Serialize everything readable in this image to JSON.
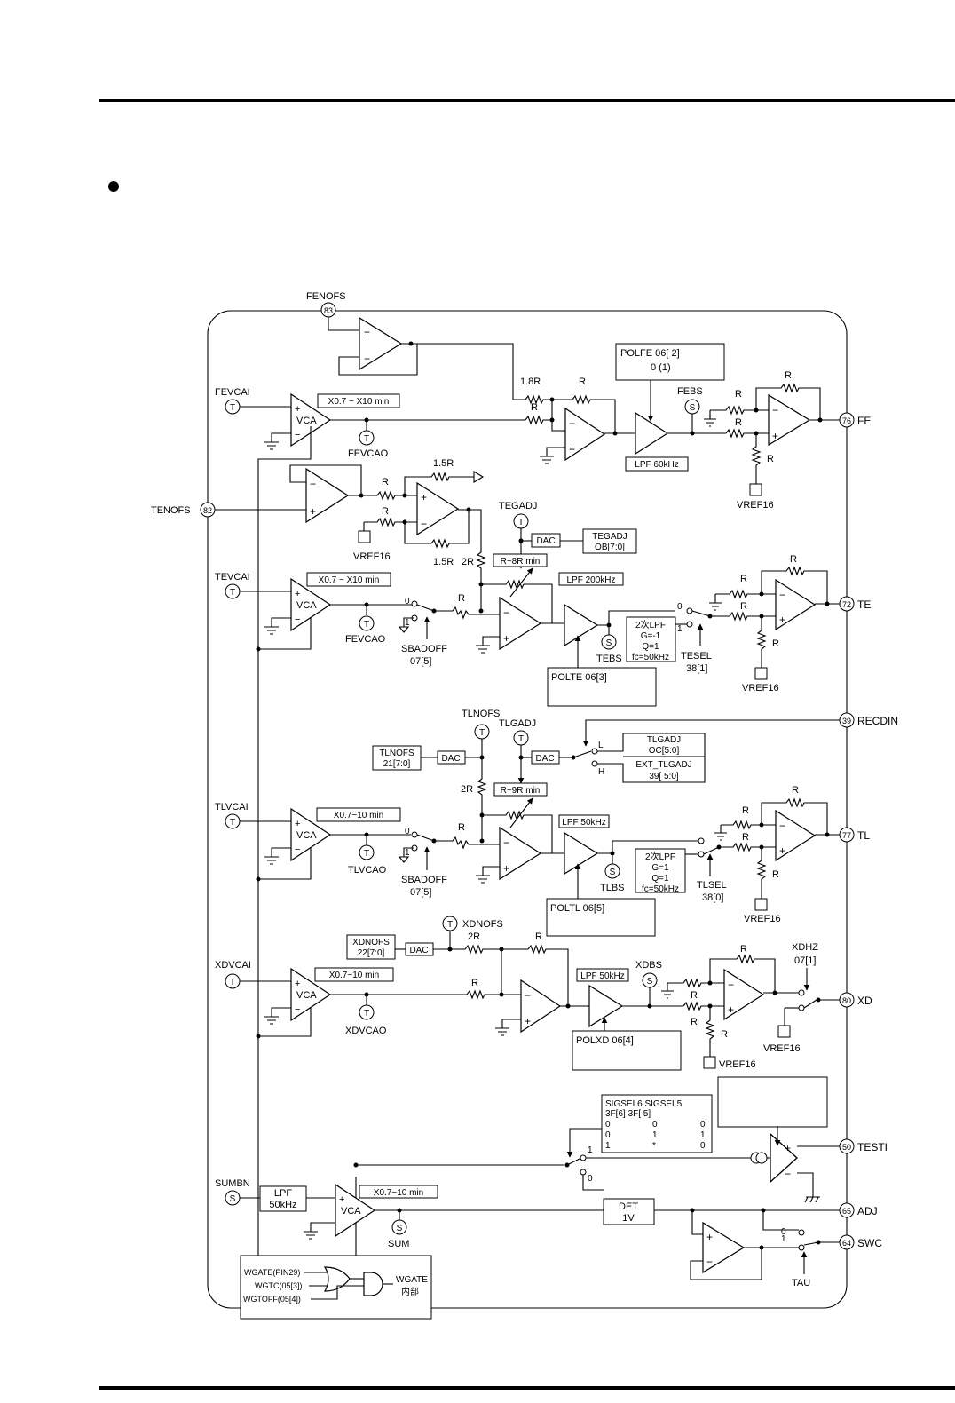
{
  "terms": {
    "FENOFS": "FENOFS",
    "p83": "83",
    "FEVCAI": "FEVCAI",
    "FEVCAO": "FEVCAO",
    "FEBS": "FEBS",
    "p76": "76",
    "FE": "FE",
    "TENOFS": "TENOFS",
    "p82": "82",
    "TEGADJ": "TEGADJ",
    "TEVCAI": "TEVCAI",
    "FEVCAO2": "FEVCAO",
    "SBADOFF": "SBADOFF",
    "SBADOFF_reg": "07[5]",
    "TEBS": "TEBS",
    "TESEL": "TESEL",
    "TESEL_reg": "38[1]",
    "p72": "72",
    "TE": "TE",
    "TLNOFS": "TLNOFS",
    "TLGADJ": "TLGADJ",
    "p39": "39",
    "RECDIN": "RECDIN",
    "TLVCAI": "TLVCAI",
    "TLVCAO": "TLVCAO",
    "SBADOFF2": "SBADOFF",
    "SBADOFF2_reg": "07[5]",
    "TLBS": "TLBS",
    "TLSEL": "TLSEL",
    "TLSEL_reg": "38[0]",
    "p77": "77",
    "TL": "TL",
    "XDNOFS": "XDNOFS",
    "XDVCAI": "XDVCAI",
    "XDVCAO": "XDVCAO",
    "XDBS": "XDBS",
    "XDHZ": "XDHZ",
    "XDHZ_reg": "07[1]",
    "p80": "80",
    "XD": "XD",
    "p50": "50",
    "TESTI": "TESTI",
    "SUMBN": "SUMBN",
    "SUM": "SUM",
    "p65": "65",
    "ADJ": "ADJ",
    "p64": "64",
    "SWC": "SWC",
    "TAU": "TAU"
  },
  "tags": {
    "T": "T",
    "S": "S",
    "plus": "+",
    "minus": "−",
    "VCA": "VCA"
  },
  "vref": "VREF16",
  "resistors": {
    "R": "R",
    "R18": "1.8R",
    "R15": "1.5R",
    "R2": "2R"
  },
  "gains": {
    "fe": "X0.7 ~ X10 min",
    "te": "X0.7 ~ X10 min",
    "tl": "X0.7~10 min",
    "xd": "X0.7~10 min",
    "sum": "X0.7~10 min"
  },
  "blocks": {
    "polfe_title": "POLFE 06[ 2]",
    "polfe_vals": "0     (1)",
    "lpf60": "LPF 60kHz",
    "lpf200": "LPF 200kHz",
    "lpf50a": "LPF 50kHz",
    "lpf50b": "LPF 50kHz",
    "dac": "DAC",
    "tegadj1": "TEGADJ",
    "tegadj2": "OB[7:0]",
    "r8": "R~8R min",
    "r9": "R~9R min",
    "polte": "POLTE 06[3]",
    "poltl": "POLTL 06[5]",
    "polxd": "POLXD 06[4]",
    "lpf2_te": [
      "2次LPF",
      "G=-1",
      "Q=1",
      "fc=50kHz"
    ],
    "lpf2_tl": [
      "2次LPF",
      "G=1",
      "Q=1",
      "fc=50kHz"
    ],
    "tlnofs1": "TLNOFS",
    "tlnofs2": "21[7:0]",
    "tlg1": "TLGADJ",
    "tlg2": "OC[5:0]",
    "tlg3": "EXT_TLGADJ",
    "tlg4": "39[ 5:0]",
    "xdnofs1": "XDNOFS",
    "xdnofs2": "22[7:0]",
    "lpfsum1": "LPF",
    "lpfsum2": "50kHz",
    "det1": "DET",
    "det2": "1V",
    "sig": [
      "SIGSEL6  SIGSEL5",
      "3F[6]        3F[ 5]"
    ],
    "sig_rows": [
      [
        "0",
        "0",
        "0"
      ],
      [
        "0",
        "1",
        "1"
      ],
      [
        "1",
        "*",
        "0"
      ]
    ],
    "wgate_in": [
      "WGATE(PIN29)",
      "WGTC(05[3])",
      "WGTOFF(05[4])"
    ],
    "wgate_out": [
      "WGATE",
      "内部"
    ]
  },
  "sw": {
    "s0": "0",
    "s1": "1",
    "L": "L",
    "H": "H"
  }
}
